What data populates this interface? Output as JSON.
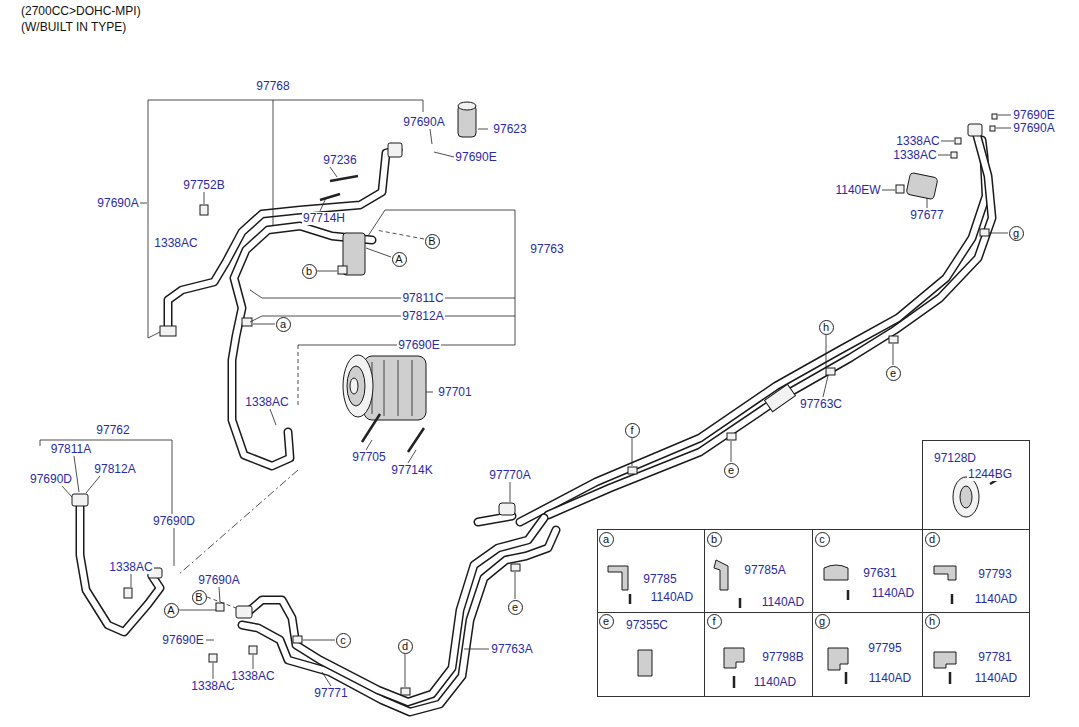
{
  "diagram": {
    "nodes": [
      {
        "text": [
          "B"
        ]
      },
      {
        "text": [
          "A"
        ]
      },
      {
        "text": [
          "b"
        ]
      },
      {
        "text": [
          "a"
        ]
      },
      {
        "text": [
          "g"
        ]
      },
      {
        "text": [
          "h"
        ]
      },
      {
        "text": [
          "e"
        ]
      },
      {
        "text": [
          "f"
        ]
      },
      {
        "text": [
          "e"
        ]
      },
      {
        "text": [
          "e"
        ]
      },
      {
        "text": [
          "B"
        ]
      },
      {
        "text": [
          "A"
        ]
      },
      {
        "text": [
          "c"
        ]
      },
      {
        "text": [
          "d"
        ]
      },
      {
        "text": [
          "97128D",
          "1244BG"
        ]
      },
      {
        "text": [
          "97785",
          "1140AD"
        ]
      },
      {
        "text": [
          "a"
        ],
        "in": 15
      },
      {
        "text": [
          "97785A",
          "1140AD"
        ]
      },
      {
        "text": [
          "b"
        ],
        "in": 17
      },
      {
        "text": [
          "97631",
          "1140AD"
        ]
      },
      {
        "text": [
          "c"
        ],
        "in": 19
      },
      {
        "text": [
          "97793",
          "1140AD"
        ]
      },
      {
        "text": [
          "d"
        ],
        "in": 21
      },
      {
        "text": [
          "97355C"
        ]
      },
      {
        "text": [
          "e"
        ],
        "in": 23
      },
      {
        "text": [
          "97798B",
          "1140AD"
        ]
      },
      {
        "text": [
          "f"
        ],
        "in": 25
      },
      {
        "text": [
          "97795",
          "1140AD"
        ]
      },
      {
        "text": [
          "g"
        ],
        "in": 27
      },
      {
        "text": [
          "97781",
          "1140AD"
        ]
      },
      {
        "text": [
          "h"
        ],
        "in": 29
      }
    ],
    "labels": [
      "(2700CC>DOHC-MPI)",
      "(W/BUILT IN TYPE)",
      "97768",
      "97690A",
      "97623",
      "97236",
      "97690E",
      "97752B",
      "97714H",
      "97690A",
      "97763",
      "1338AC",
      "97811C",
      "97812A",
      "97690E",
      "97701",
      "1338AC",
      "97705",
      "97714K",
      "97762",
      "97811A",
      "97812A",
      "97690D",
      "97690D",
      "1338AC",
      "97690A",
      "97690E",
      "1338AC",
      "1338AC",
      "97771",
      "97763A",
      "97770A",
      "97763C",
      "97690E",
      "97690A",
      "1338AC",
      "1338AC",
      "1140EW",
      "97677"
    ]
  }
}
